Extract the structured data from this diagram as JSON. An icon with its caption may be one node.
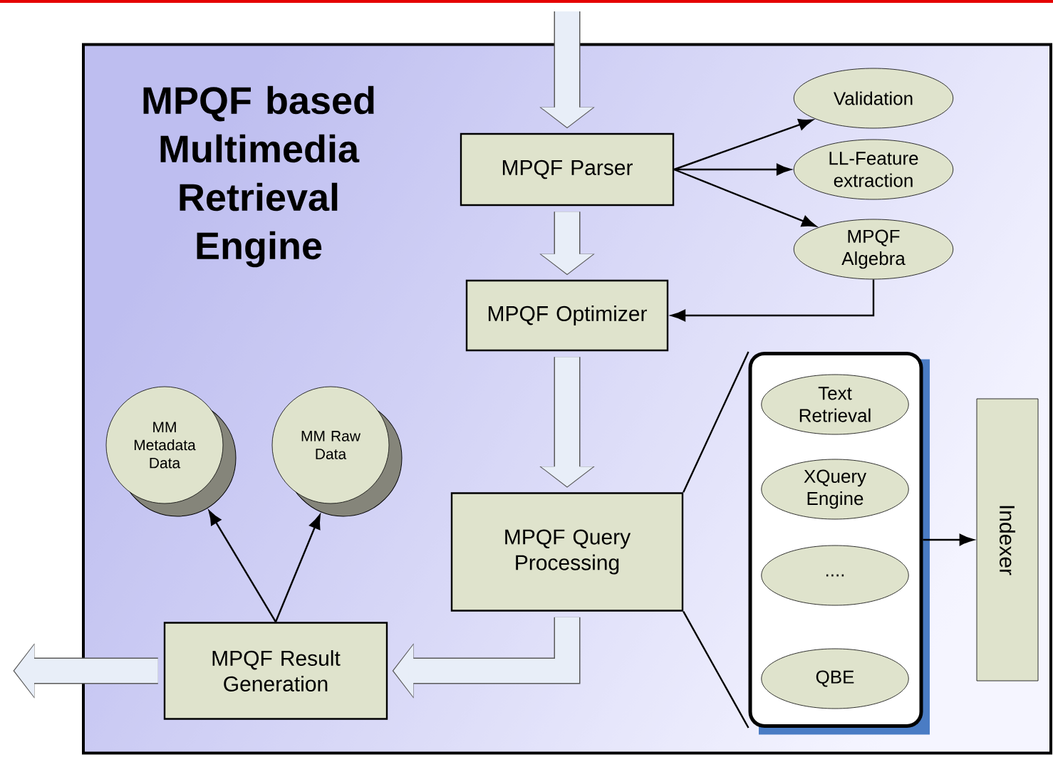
{
  "diagram": {
    "nodes": [
      {
        "text": [
          "MPQF based Multimedia Retrieval Engine"
        ]
      },
      {
        "text": [
          "MPQF Parser"
        ],
        "in": 0
      },
      {
        "text": [
          "Validation"
        ],
        "in": 0
      },
      {
        "text": [
          "LL-Feature extraction"
        ],
        "in": 0
      },
      {
        "text": [
          "MPQF Algebra"
        ],
        "in": 0
      },
      {
        "text": [
          "MPQF Optimizer"
        ],
        "in": 0
      },
      {
        "text": [
          "MPQF Query Processing"
        ],
        "in": 0
      },
      {
        "text": [],
        "shape": "box",
        "in": 0
      },
      {
        "text": [
          "Text Retrieval"
        ],
        "in": 7
      },
      {
        "text": [
          "XQuery Engine"
        ],
        "in": 7
      },
      {
        "text": [
          "...."
        ],
        "in": 7
      },
      {
        "text": [
          "QBE"
        ],
        "in": 7
      },
      {
        "text": [
          "Indexer"
        ],
        "in": 0
      },
      {
        "text": [
          "MM Metadata Data"
        ],
        "in": 0
      },
      {
        "text": [
          "MM Raw Data"
        ],
        "in": 0
      },
      {
        "text": [
          "MPQF Result Generation"
        ],
        "in": 0
      }
    ],
    "edges": [
      {
        "from": null,
        "to": 1,
        "arrow": "to",
        "style": "thick",
        "color": "#e8eef8"
      },
      {
        "from": 1,
        "to": 5,
        "arrow": "to",
        "style": "thick",
        "color": "#e8eef8"
      },
      {
        "from": 1,
        "to": 2,
        "arrow": "to"
      },
      {
        "from": 1,
        "to": 3,
        "arrow": "to"
      },
      {
        "from": 1,
        "to": 4,
        "arrow": "to"
      },
      {
        "from": 4,
        "to": 5,
        "arrow": "to"
      },
      {
        "from": 5,
        "to": 6,
        "arrow": "to",
        "style": "thick",
        "color": "#e8eef8"
      },
      {
        "from": 6,
        "to": 7,
        "arrow": "none"
      },
      {
        "from": 7,
        "to": 12,
        "arrow": "to"
      },
      {
        "from": 6,
        "to": 15,
        "arrow": "to",
        "style": "thick",
        "color": "#e8eef8"
      },
      {
        "from": 15,
        "to": 13,
        "arrow": "to"
      },
      {
        "from": 15,
        "to": 14,
        "arrow": "to"
      },
      {
        "from": 15,
        "to": null,
        "arrow": "to",
        "style": "thick",
        "color": "#e8eef8"
      }
    ]
  }
}
